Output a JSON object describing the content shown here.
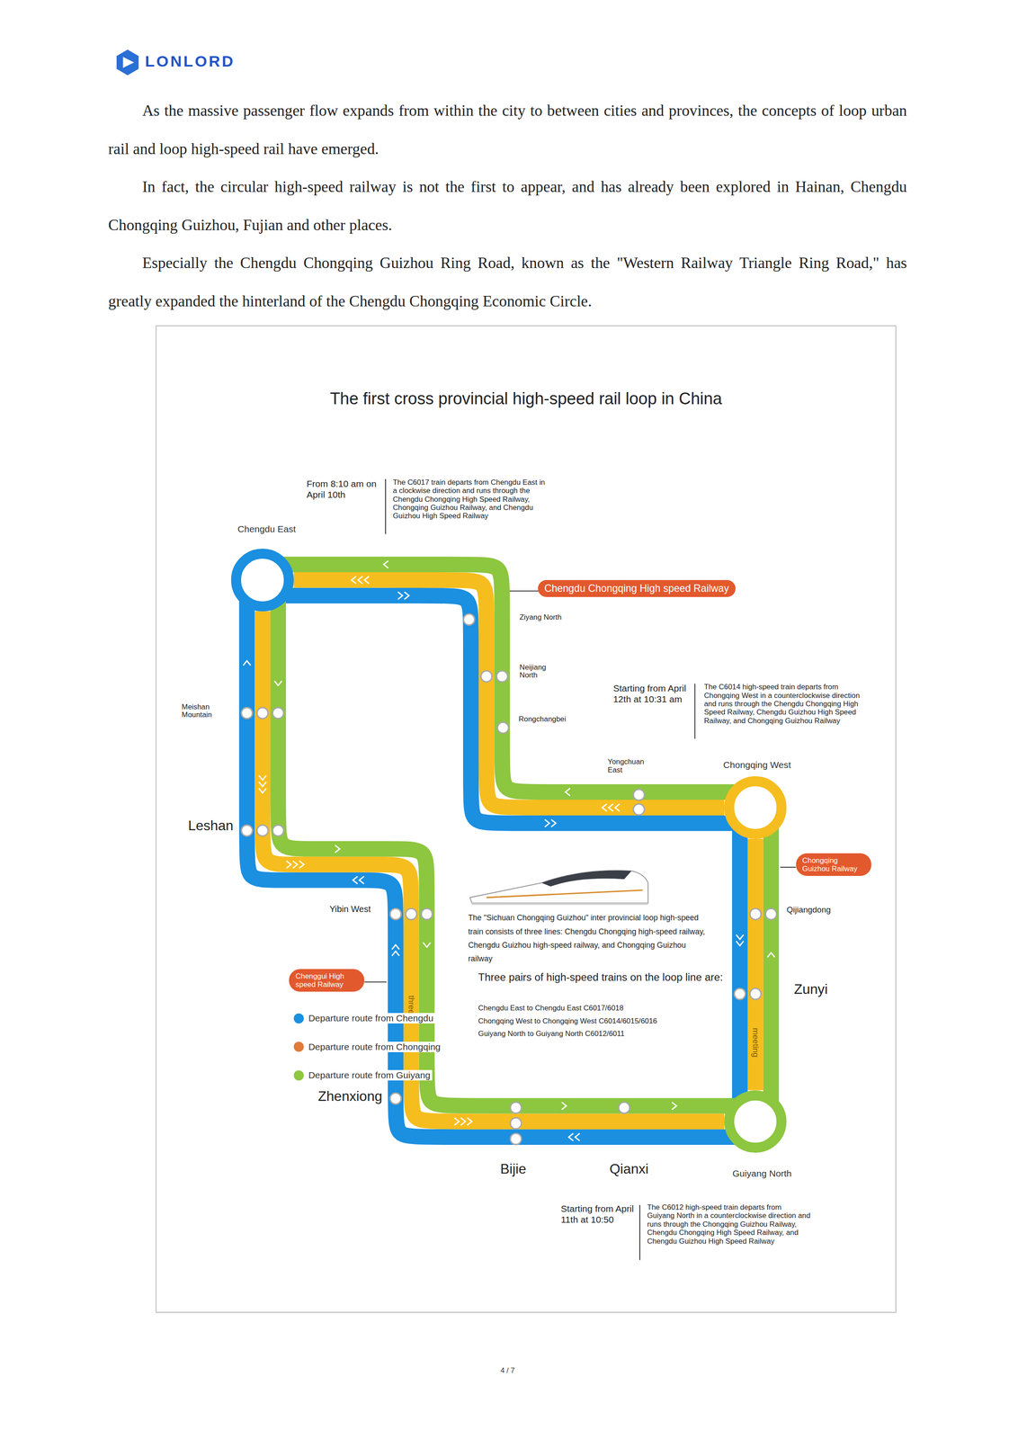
{
  "diagram": {
    "title": "The first cross provincial high-speed rail loop in China",
    "nodes": [
      {
        "text": [
          "Chengdu East"
        ]
      },
      {
        "text": [
          "Chengdu Chongqing High speed Railway"
        ]
      },
      {
        "text": [
          "Chongqing West"
        ]
      },
      {
        "text": [
          "Chongqing Guizhou Railway"
        ]
      },
      {
        "text": [
          "Chenggui High speed Railway"
        ]
      },
      {
        "text": [
          "Guiyang North"
        ]
      }
    ],
    "edges": [
      {
        "from": 0,
        "to": 2,
        "arrow": "none"
      },
      {
        "from": 2,
        "to": 5,
        "arrow": "none"
      },
      {
        "from": 5,
        "to": 0,
        "arrow": "none"
      }
    ],
    "labels": [
      "LONLORD",
      "As the massive passenger flow expands from within the city to between cities and provinces, the concepts of loop urban rail and loop high-speed rail have emerged.",
      "In fact, the circular high-speed railway is not the first to appear, and has already been explored in Hainan, Chengdu Chongqing Guizhou, Fujian and other places.",
      "Especially the Chengdu Chongqing Guizhou Ring Road, known as the \"Western Railway Triangle Ring Road,\" has greatly expanded the hinterland of the Chengdu Chongqing Economic Circle.",
      "From 8:10 am on April 10th",
      "The C6017 train departs from Chengdu East in a clockwise direction and runs through the Chengdu Chongqing High Speed Railway, Chongqing Guizhou Railway, and Chengdu Guizhou High Speed Railway",
      "Starting from April 12th at 10:31 am",
      "The C6014 high-speed train departs from Chongqing West in a counterclockwise direction and runs through the Chengdu Chongqing High Speed Railway, Chengdu Guizhou High Speed Railway, and Chongqing Guizhou Railway",
      "Ziyang North",
      "Neijiang North",
      "Rongchangbei",
      "Yongchuan East",
      "Meishan Mountain",
      "Leshan",
      "Yibin West",
      "Qijiangdong",
      "Zunyi",
      "three",
      "meeting",
      "The \"Sichuan Chongqing Guizhou\" inter provincial loop high-speed train consists of three lines: Chengdu Chongqing high-speed railway, Chengdu Guizhou high-speed railway, and Chongqing Guizhou railway",
      "Three pairs of high-speed trains on the loop line are:",
      "Chengdu East to Chengdu East C6017/6018",
      "Chongqing West to Chongqing West C6014/6015/6016",
      "Guiyang North to Guiyang North C6012/6011",
      "Zhenxiong",
      "Bijie",
      "Qianxi",
      "Starting from April 11th at 10:50",
      "The C6012 high-speed train departs from Guiyang North in a counterclockwise direction and runs through the Chongqing Guizhou Railway, Chengdu Chongqing High Speed Railway, and Chengdu Guizhou High Speed Railway",
      "4 / 7"
    ],
    "legend": [
      {
        "text": "Departure route from Chengdu",
        "color": "#1b8fe0"
      },
      {
        "text": "Departure route from Chongqing",
        "color": "#e07b39"
      },
      {
        "text": "Departure route from Guiyang",
        "color": "#8dc63f"
      }
    ]
  }
}
